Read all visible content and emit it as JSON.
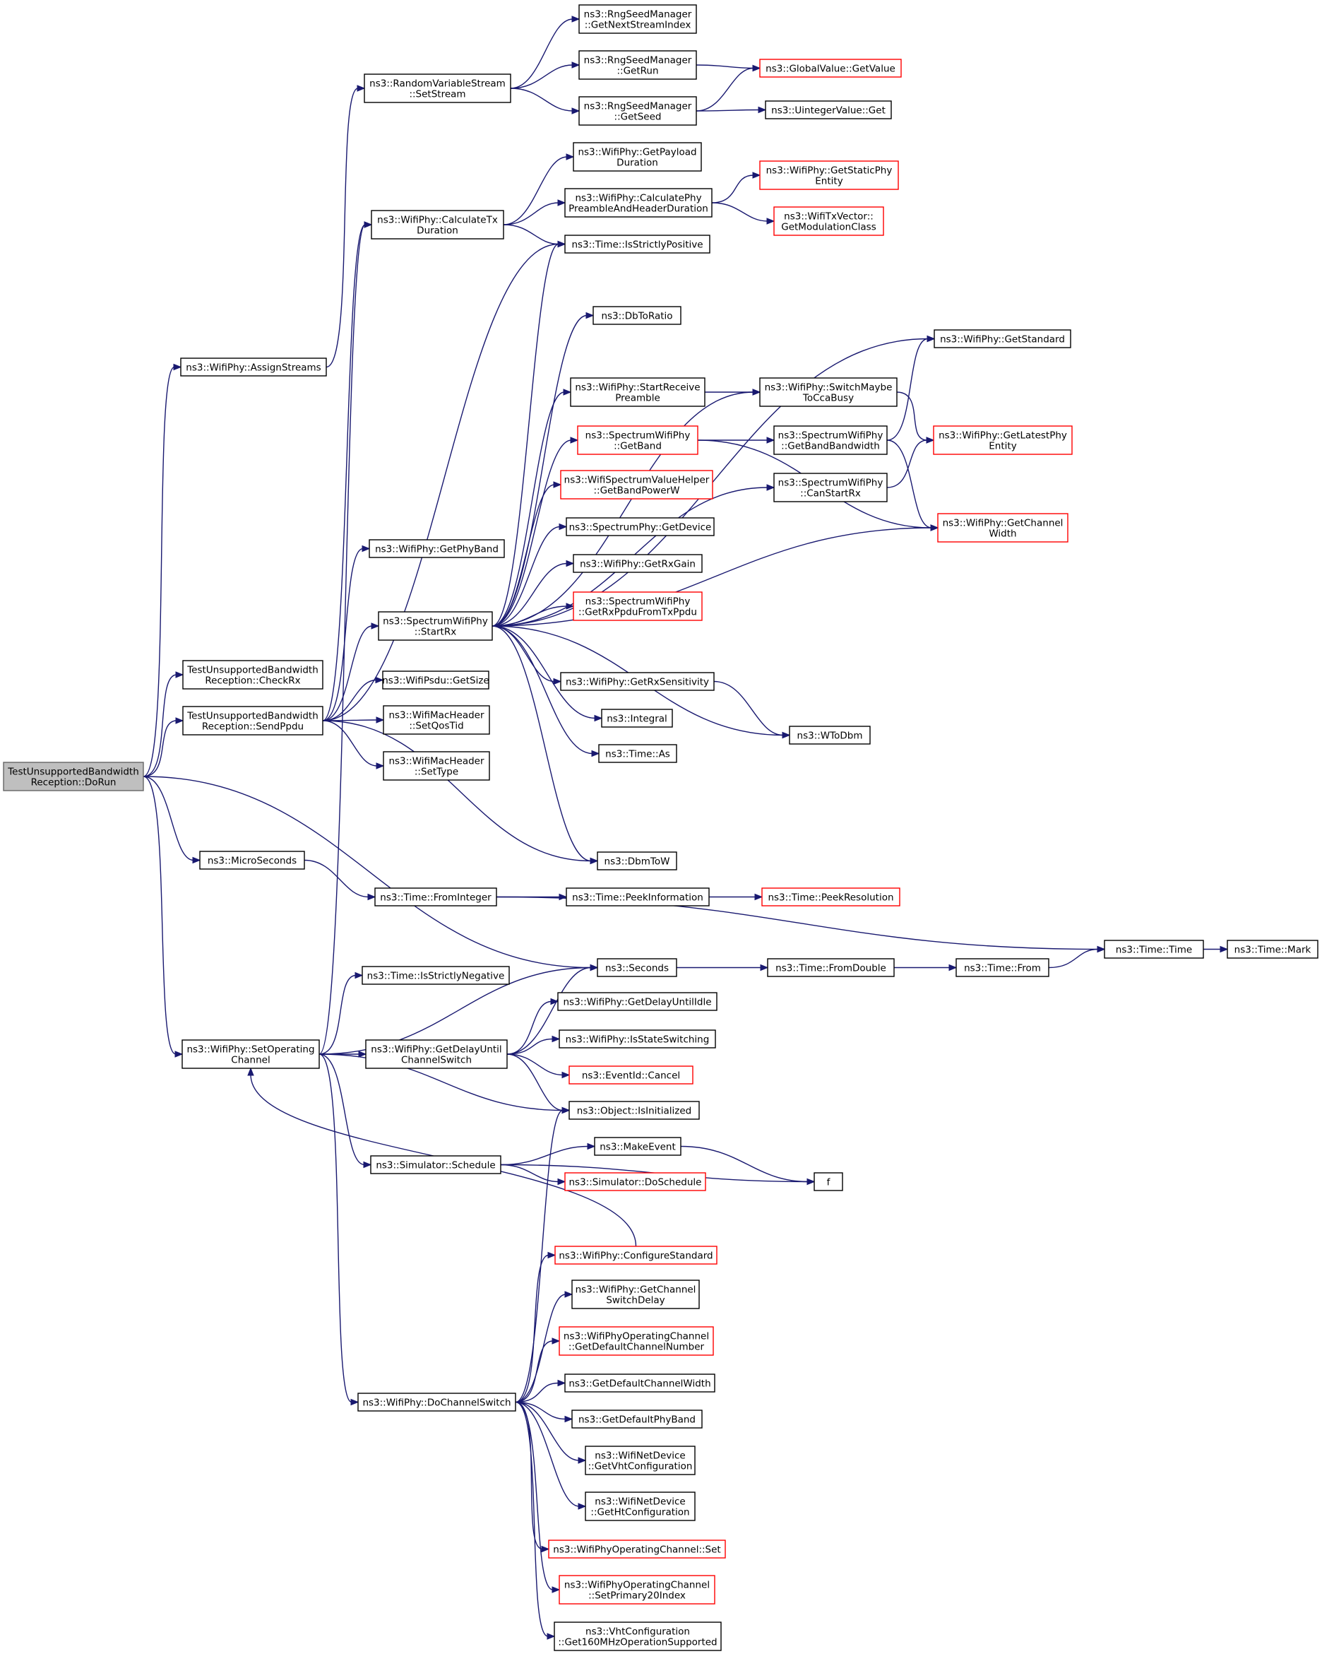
{
  "colors": {
    "edge": "#191970",
    "normal_border": "#000000",
    "truncated_border": "#ff0000",
    "root_fill": "#bfbfbf"
  },
  "nodes": [
    {
      "id": "root",
      "lines": [
        "TestUnsupportedBandwidth",
        "Reception::DoRun"
      ],
      "style": "root"
    },
    {
      "id": "assignStreams",
      "lines": [
        "ns3::WifiPhy::AssignStreams"
      ],
      "style": "normal"
    },
    {
      "id": "setStream",
      "lines": [
        "ns3::RandomVariableStream",
        "::SetStream"
      ],
      "style": "normal"
    },
    {
      "id": "getNextStreamIndex",
      "lines": [
        "ns3::RngSeedManager",
        "::GetNextStreamIndex"
      ],
      "style": "normal"
    },
    {
      "id": "getRun",
      "lines": [
        "ns3::RngSeedManager",
        "::GetRun"
      ],
      "style": "normal"
    },
    {
      "id": "getSeed",
      "lines": [
        "ns3::RngSeedManager",
        "::GetSeed"
      ],
      "style": "normal"
    },
    {
      "id": "globalGetValue",
      "lines": [
        "ns3::GlobalValue::GetValue"
      ],
      "style": "red"
    },
    {
      "id": "uintegerGet",
      "lines": [
        "ns3::UintegerValue::Get"
      ],
      "style": "normal"
    },
    {
      "id": "calcTx",
      "lines": [
        "ns3::WifiPhy::CalculateTx",
        "Duration"
      ],
      "style": "normal"
    },
    {
      "id": "getPayload",
      "lines": [
        "ns3::WifiPhy::GetPayload",
        "Duration"
      ],
      "style": "normal"
    },
    {
      "id": "calcPreamble",
      "lines": [
        "ns3::WifiPhy::CalculatePhy",
        "PreambleAndHeaderDuration"
      ],
      "style": "normal"
    },
    {
      "id": "getStaticPhy",
      "lines": [
        "ns3::WifiPhy::GetStaticPhy",
        "Entity"
      ],
      "style": "red"
    },
    {
      "id": "getModClass",
      "lines": [
        "ns3::WifiTxVector::",
        "GetModulationClass"
      ],
      "style": "red"
    },
    {
      "id": "isStrictlyPositive",
      "lines": [
        "ns3::Time::IsStrictlyPositive"
      ],
      "style": "normal"
    },
    {
      "id": "dbToRatio",
      "lines": [
        "ns3::DbToRatio"
      ],
      "style": "normal"
    },
    {
      "id": "getStandard",
      "lines": [
        "ns3::WifiPhy::GetStandard"
      ],
      "style": "normal"
    },
    {
      "id": "startReceivePreamble",
      "lines": [
        "ns3::WifiPhy::StartReceive",
        "Preamble"
      ],
      "style": "normal"
    },
    {
      "id": "switchMaybe",
      "lines": [
        "ns3::WifiPhy::SwitchMaybe",
        "ToCcaBusy"
      ],
      "style": "normal"
    },
    {
      "id": "getBand",
      "lines": [
        "ns3::SpectrumWifiPhy",
        "::GetBand"
      ],
      "style": "red"
    },
    {
      "id": "getBandBandwidth",
      "lines": [
        "ns3::SpectrumWifiPhy",
        "::GetBandBandwidth"
      ],
      "style": "normal"
    },
    {
      "id": "getLatestPhy",
      "lines": [
        "ns3::WifiPhy::GetLatestPhy",
        "Entity"
      ],
      "style": "red"
    },
    {
      "id": "getBandPowerW",
      "lines": [
        "ns3::WifiSpectrumValueHelper",
        "::GetBandPowerW"
      ],
      "style": "red"
    },
    {
      "id": "canStartRx",
      "lines": [
        "ns3::SpectrumWifiPhy",
        "::CanStartRx"
      ],
      "style": "normal"
    },
    {
      "id": "getChannelWidth",
      "lines": [
        "ns3::WifiPhy::GetChannel",
        "Width"
      ],
      "style": "red"
    },
    {
      "id": "getDevice",
      "lines": [
        "ns3::SpectrumPhy::GetDevice"
      ],
      "style": "normal"
    },
    {
      "id": "getPhyBand",
      "lines": [
        "ns3::WifiPhy::GetPhyBand"
      ],
      "style": "normal"
    },
    {
      "id": "getRxGain",
      "lines": [
        "ns3::WifiPhy::GetRxGain"
      ],
      "style": "normal"
    },
    {
      "id": "startRx",
      "lines": [
        "ns3::SpectrumWifiPhy",
        "::StartRx"
      ],
      "style": "normal"
    },
    {
      "id": "getRxPpdu",
      "lines": [
        "ns3::SpectrumWifiPhy",
        "::GetRxPpduFromTxPpdu"
      ],
      "style": "red"
    },
    {
      "id": "checkRx",
      "lines": [
        "TestUnsupportedBandwidth",
        "Reception::CheckRx"
      ],
      "style": "normal"
    },
    {
      "id": "getSize",
      "lines": [
        "ns3::WifiPsdu::GetSize"
      ],
      "style": "normal"
    },
    {
      "id": "getRxSens",
      "lines": [
        "ns3::WifiPhy::GetRxSensitivity"
      ],
      "style": "normal"
    },
    {
      "id": "sendPpdu",
      "lines": [
        "TestUnsupportedBandwidth",
        "Reception::SendPpdu"
      ],
      "style": "normal"
    },
    {
      "id": "setQosTid",
      "lines": [
        "ns3::WifiMacHeader",
        "::SetQosTid"
      ],
      "style": "normal"
    },
    {
      "id": "integral",
      "lines": [
        "ns3::Integral"
      ],
      "style": "normal"
    },
    {
      "id": "wToDbm",
      "lines": [
        "ns3::WToDbm"
      ],
      "style": "normal"
    },
    {
      "id": "setType",
      "lines": [
        "ns3::WifiMacHeader",
        "::SetType"
      ],
      "style": "normal"
    },
    {
      "id": "timeAs",
      "lines": [
        "ns3::Time::As"
      ],
      "style": "normal"
    },
    {
      "id": "dbmToW",
      "lines": [
        "ns3::DbmToW"
      ],
      "style": "normal"
    },
    {
      "id": "microSeconds",
      "lines": [
        "ns3::MicroSeconds"
      ],
      "style": "normal"
    },
    {
      "id": "fromInteger",
      "lines": [
        "ns3::Time::FromInteger"
      ],
      "style": "normal"
    },
    {
      "id": "peekInfo",
      "lines": [
        "ns3::Time::PeekInformation"
      ],
      "style": "normal"
    },
    {
      "id": "peekRes",
      "lines": [
        "ns3::Time::PeekResolution"
      ],
      "style": "red"
    },
    {
      "id": "timeTime",
      "lines": [
        "ns3::Time::Time"
      ],
      "style": "normal"
    },
    {
      "id": "timeMark",
      "lines": [
        "ns3::Time::Mark"
      ],
      "style": "normal"
    },
    {
      "id": "seconds",
      "lines": [
        "ns3::Seconds"
      ],
      "style": "normal"
    },
    {
      "id": "fromDouble",
      "lines": [
        "ns3::Time::FromDouble"
      ],
      "style": "normal"
    },
    {
      "id": "timeFrom",
      "lines": [
        "ns3::Time::From"
      ],
      "style": "normal"
    },
    {
      "id": "isStrictlyNegative",
      "lines": [
        "ns3::Time::IsStrictlyNegative"
      ],
      "style": "normal"
    },
    {
      "id": "getDelayIdle",
      "lines": [
        "ns3::WifiPhy::GetDelayUntilIdle"
      ],
      "style": "normal"
    },
    {
      "id": "setOpChannel",
      "lines": [
        "ns3::WifiPhy::SetOperating",
        "Channel"
      ],
      "style": "normal"
    },
    {
      "id": "getDelaySwitch",
      "lines": [
        "ns3::WifiPhy::GetDelayUntil",
        "ChannelSwitch"
      ],
      "style": "normal"
    },
    {
      "id": "isStateSwitching",
      "lines": [
        "ns3::WifiPhy::IsStateSwitching"
      ],
      "style": "normal"
    },
    {
      "id": "eventCancel",
      "lines": [
        "ns3::EventId::Cancel"
      ],
      "style": "red"
    },
    {
      "id": "isInitialized",
      "lines": [
        "ns3::Object::IsInitialized"
      ],
      "style": "normal"
    },
    {
      "id": "makeEvent",
      "lines": [
        "ns3::MakeEvent"
      ],
      "style": "normal"
    },
    {
      "id": "schedule",
      "lines": [
        "ns3::Simulator::Schedule"
      ],
      "style": "normal"
    },
    {
      "id": "fNode",
      "lines": [
        "f"
      ],
      "style": "normal"
    },
    {
      "id": "doSchedule",
      "lines": [
        "ns3::Simulator::DoSchedule"
      ],
      "style": "red"
    },
    {
      "id": "configStd",
      "lines": [
        "ns3::WifiPhy::ConfigureStandard"
      ],
      "style": "red"
    },
    {
      "id": "getChSwitchDelay",
      "lines": [
        "ns3::WifiPhy::GetChannel",
        "SwitchDelay"
      ],
      "style": "normal"
    },
    {
      "id": "getDefChNum",
      "lines": [
        "ns3::WifiPhyOperatingChannel",
        "::GetDefaultChannelNumber"
      ],
      "style": "red"
    },
    {
      "id": "getDefChWidth",
      "lines": [
        "ns3::GetDefaultChannelWidth"
      ],
      "style": "normal"
    },
    {
      "id": "doChSwitch",
      "lines": [
        "ns3::WifiPhy::DoChannelSwitch"
      ],
      "style": "normal"
    },
    {
      "id": "getDefPhyBand",
      "lines": [
        "ns3::GetDefaultPhyBand"
      ],
      "style": "normal"
    },
    {
      "id": "getVhtConf",
      "lines": [
        "ns3::WifiNetDevice",
        "::GetVhtConfiguration"
      ],
      "style": "normal"
    },
    {
      "id": "getHtConf",
      "lines": [
        "ns3::WifiNetDevice",
        "::GetHtConfiguration"
      ],
      "style": "normal"
    },
    {
      "id": "opChSet",
      "lines": [
        "ns3::WifiPhyOperatingChannel::Set"
      ],
      "style": "red"
    },
    {
      "id": "setPrimary20",
      "lines": [
        "ns3::WifiPhyOperatingChannel",
        "::SetPrimary20Index"
      ],
      "style": "red"
    },
    {
      "id": "get160",
      "lines": [
        "ns3::VhtConfiguration",
        "::Get160MHzOperationSupported"
      ],
      "style": "normal"
    }
  ],
  "edges": [
    {
      "from": "root",
      "to": "assignStreams"
    },
    {
      "from": "root",
      "to": "checkRx"
    },
    {
      "from": "root",
      "to": "sendPpdu"
    },
    {
      "from": "root",
      "to": "microSeconds"
    },
    {
      "from": "root",
      "to": "seconds"
    },
    {
      "from": "root",
      "to": "setOpChannel"
    },
    {
      "from": "assignStreams",
      "to": "setStream"
    },
    {
      "from": "setStream",
      "to": "getNextStreamIndex"
    },
    {
      "from": "setStream",
      "to": "getRun"
    },
    {
      "from": "setStream",
      "to": "getSeed"
    },
    {
      "from": "getRun",
      "to": "globalGetValue"
    },
    {
      "from": "getSeed",
      "to": "globalGetValue"
    },
    {
      "from": "getSeed",
      "to": "uintegerGet"
    },
    {
      "from": "calcTx",
      "to": "getPayload"
    },
    {
      "from": "calcTx",
      "to": "calcPreamble"
    },
    {
      "from": "calcTx",
      "to": "isStrictlyPositive"
    },
    {
      "from": "calcPreamble",
      "to": "getStaticPhy"
    },
    {
      "from": "calcPreamble",
      "to": "getModClass"
    },
    {
      "from": "startRx",
      "to": "isStrictlyPositive"
    },
    {
      "from": "startRx",
      "to": "getStandard"
    },
    {
      "from": "startRx",
      "to": "dbToRatio"
    },
    {
      "from": "startRx",
      "to": "switchMaybe"
    },
    {
      "from": "startRx",
      "to": "startReceivePreamble"
    },
    {
      "from": "startRx",
      "to": "getBand"
    },
    {
      "from": "startRx",
      "to": "getBandPowerW"
    },
    {
      "from": "startRx",
      "to": "getDevice"
    },
    {
      "from": "startRx",
      "to": "getRxGain"
    },
    {
      "from": "startRx",
      "to": "getRxPpdu"
    },
    {
      "from": "startRx",
      "to": "canStartRx"
    },
    {
      "from": "startRx",
      "to": "getRxSens"
    },
    {
      "from": "startRx",
      "to": "integral"
    },
    {
      "from": "startRx",
      "to": "timeAs"
    },
    {
      "from": "startRx",
      "to": "wToDbm"
    },
    {
      "from": "startRx",
      "to": "getChannelWidth"
    },
    {
      "from": "startRx",
      "to": "dbmToW"
    },
    {
      "from": "startReceivePreamble",
      "to": "switchMaybe"
    },
    {
      "from": "switchMaybe",
      "to": "getLatestPhy"
    },
    {
      "from": "getBand",
      "to": "getBandBandwidth"
    },
    {
      "from": "getBand",
      "to": "getChannelWidth"
    },
    {
      "from": "getBandBandwidth",
      "to": "getStandard"
    },
    {
      "from": "getBandBandwidth",
      "to": "getChannelWidth"
    },
    {
      "from": "canStartRx",
      "to": "getLatestPhy"
    },
    {
      "from": "getRxSens",
      "to": "wToDbm"
    },
    {
      "from": "sendPpdu",
      "to": "calcTx"
    },
    {
      "from": "sendPpdu",
      "to": "getPhyBand"
    },
    {
      "from": "sendPpdu",
      "to": "startRx"
    },
    {
      "from": "sendPpdu",
      "to": "getSize"
    },
    {
      "from": "sendPpdu",
      "to": "setQosTid"
    },
    {
      "from": "sendPpdu",
      "to": "setType"
    },
    {
      "from": "sendPpdu",
      "to": "dbmToW"
    },
    {
      "from": "sendPpdu",
      "to": "isStrictlyPositive"
    },
    {
      "from": "microSeconds",
      "to": "fromInteger"
    },
    {
      "from": "fromInteger",
      "to": "peekInfo"
    },
    {
      "from": "fromInteger",
      "to": "timeTime"
    },
    {
      "from": "peekInfo",
      "to": "peekRes"
    },
    {
      "from": "timeTime",
      "to": "timeMark"
    },
    {
      "from": "seconds",
      "to": "fromDouble"
    },
    {
      "from": "fromDouble",
      "to": "timeFrom"
    },
    {
      "from": "timeFrom",
      "to": "timeTime"
    },
    {
      "from": "setOpChannel",
      "to": "calcTx"
    },
    {
      "from": "setOpChannel",
      "to": "isStrictlyNegative"
    },
    {
      "from": "setOpChannel",
      "to": "seconds"
    },
    {
      "from": "setOpChannel",
      "to": "getDelaySwitch"
    },
    {
      "from": "setOpChannel",
      "to": "isInitialized"
    },
    {
      "from": "setOpChannel",
      "to": "schedule"
    },
    {
      "from": "setOpChannel",
      "to": "doChSwitch"
    },
    {
      "from": "getDelaySwitch",
      "to": "seconds"
    },
    {
      "from": "getDelaySwitch",
      "to": "getDelayIdle"
    },
    {
      "from": "getDelaySwitch",
      "to": "isStateSwitching"
    },
    {
      "from": "getDelaySwitch",
      "to": "eventCancel"
    },
    {
      "from": "getDelaySwitch",
      "to": "isInitialized"
    },
    {
      "from": "schedule",
      "to": "makeEvent"
    },
    {
      "from": "schedule",
      "to": "doSchedule"
    },
    {
      "from": "schedule",
      "to": "fNode"
    },
    {
      "from": "makeEvent",
      "to": "fNode"
    },
    {
      "from": "configStd",
      "to": "setOpChannel"
    },
    {
      "from": "doChSwitch",
      "to": "isInitialized"
    },
    {
      "from": "doChSwitch",
      "to": "configStd"
    },
    {
      "from": "doChSwitch",
      "to": "getChSwitchDelay"
    },
    {
      "from": "doChSwitch",
      "to": "getDefChNum"
    },
    {
      "from": "doChSwitch",
      "to": "getDefChWidth"
    },
    {
      "from": "doChSwitch",
      "to": "getDefPhyBand"
    },
    {
      "from": "doChSwitch",
      "to": "getVhtConf"
    },
    {
      "from": "doChSwitch",
      "to": "getHtConf"
    },
    {
      "from": "doChSwitch",
      "to": "opChSet"
    },
    {
      "from": "doChSwitch",
      "to": "setPrimary20"
    },
    {
      "from": "doChSwitch",
      "to": "get160"
    }
  ]
}
